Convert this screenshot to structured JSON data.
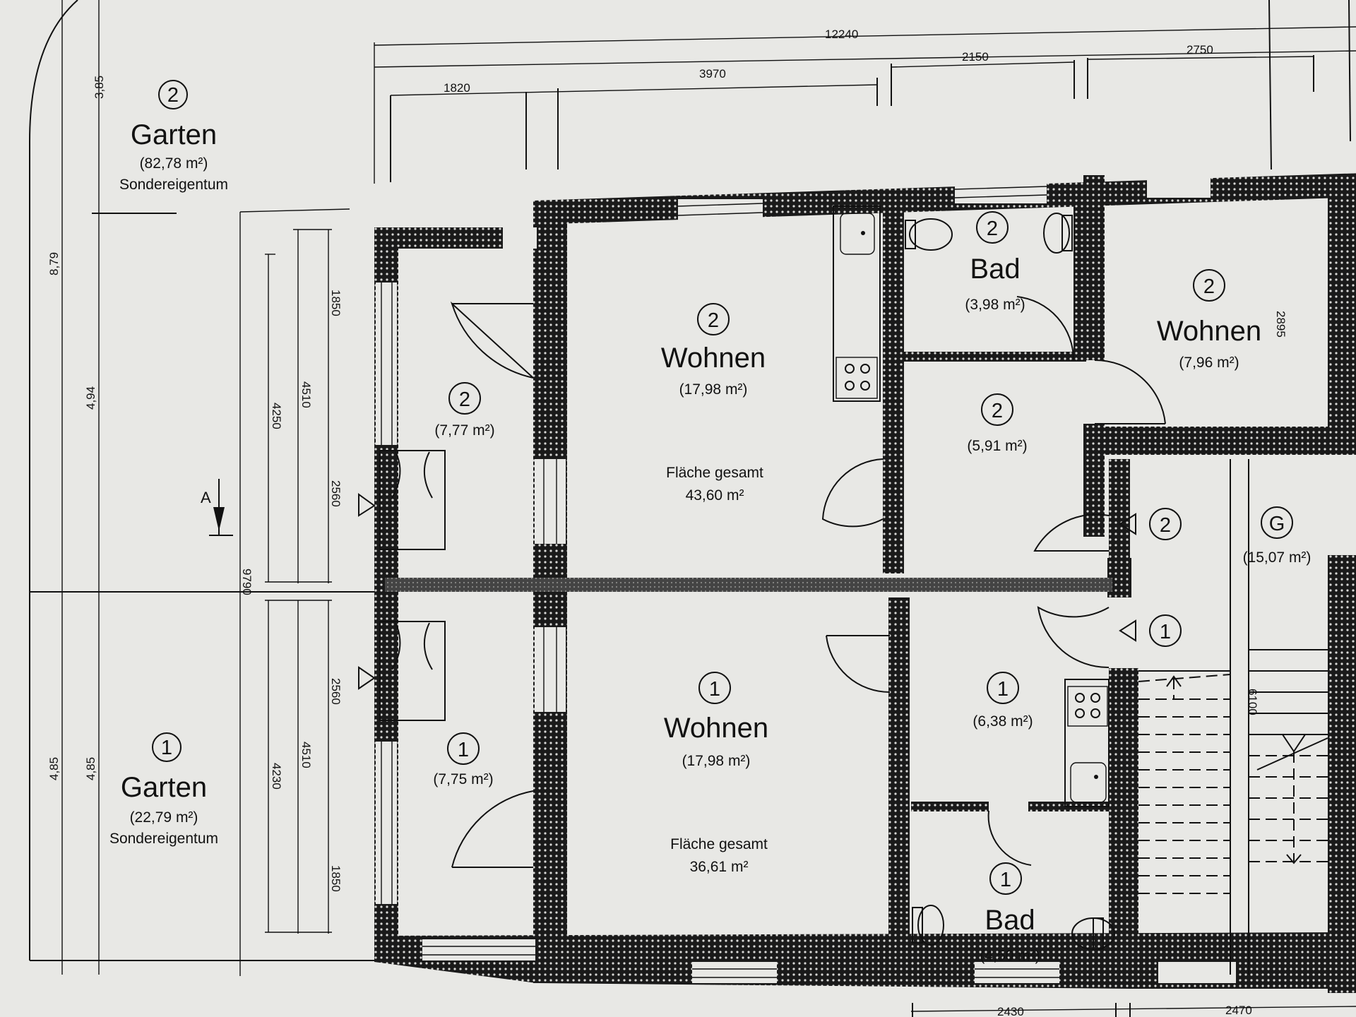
{
  "dimensions": {
    "top_total": "12240",
    "top_1": "1820",
    "top_2": "3970",
    "top_3": "2150",
    "top_4": "2750",
    "left_385": "3,85",
    "left_879": "8,79",
    "left_494": "4,94",
    "left_485a": "4,85",
    "left_485b": "4,85",
    "v_1850_top": "1850",
    "v_4510_top": "4510",
    "v_4250": "4250",
    "v_2560_top": "2560",
    "v_9790": "9790",
    "v_2560_bottom": "2560",
    "v_4510_bottom": "4510",
    "v_4230": "4230",
    "v_1850_bottom": "1850",
    "right_2895": "2895",
    "right_6100": "6100",
    "bottom_2430": "2430",
    "bottom_2470": "2470"
  },
  "section_marker": "A",
  "gardens": [
    {
      "number": "2",
      "name": "Garten",
      "area": "(82,78 m²)",
      "note": "Sondereigentum"
    },
    {
      "number": "1",
      "name": "Garten",
      "area": "(22,79 m²)",
      "note": "Sondereigentum"
    }
  ],
  "unit2": {
    "wohnen_big": {
      "number": "2",
      "name": "Wohnen",
      "area": "(17,98 m²)"
    },
    "total_label": "Fläche gesamt",
    "total_value": "43,60 m²",
    "corridor": {
      "number": "2",
      "area": "(7,77 m²)"
    },
    "bad": {
      "number": "2",
      "name": "Bad",
      "area": "(3,98 m²)"
    },
    "wohnen_small": {
      "number": "2",
      "name": "Wohnen",
      "area": "(7,96 m²)"
    },
    "hall": {
      "number": "2",
      "area": "(5,91 m²)"
    },
    "entry": {
      "number": "2"
    }
  },
  "unit1": {
    "wohnen": {
      "number": "1",
      "name": "Wohnen",
      "area": "(17,98 m²)"
    },
    "total_label": "Fläche gesamt",
    "total_value": "36,61 m²",
    "corridor": {
      "number": "1",
      "area": "(7,75 m²)"
    },
    "kitchen": {
      "number": "1",
      "area": "(6,38 m²)"
    },
    "bad": {
      "number": "1",
      "name": "Bad",
      "area": "(4,50 m²)"
    },
    "entry": {
      "number": "1"
    }
  },
  "common": {
    "number": "G",
    "area": "(15,07 m²)"
  }
}
